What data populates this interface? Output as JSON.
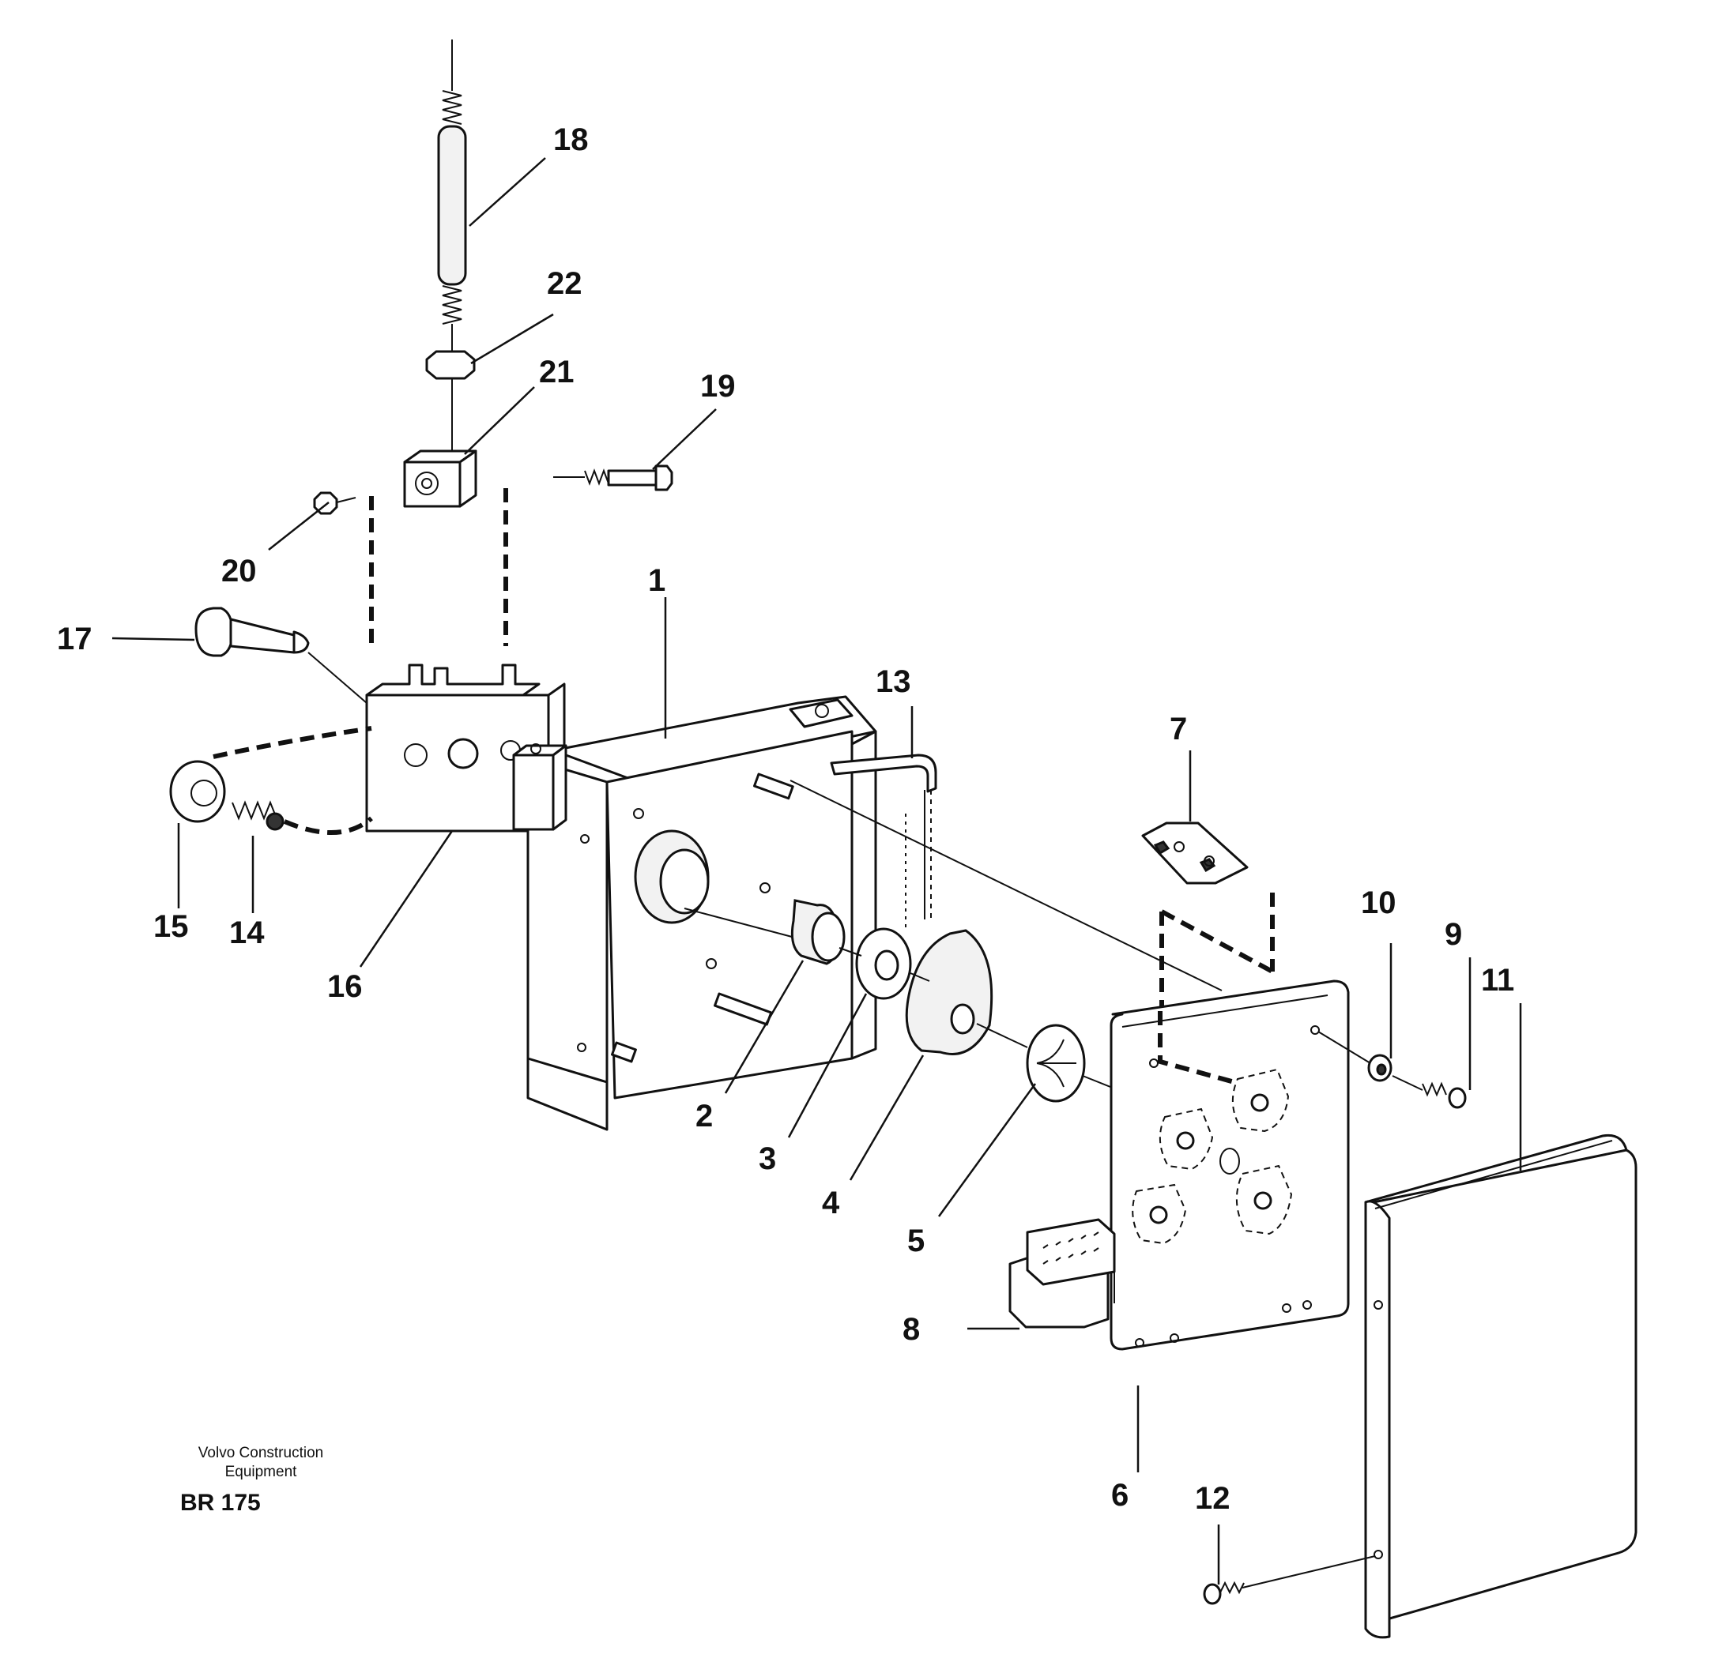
{
  "callouts": {
    "p1": "1",
    "p2": "2",
    "p3": "3",
    "p4": "4",
    "p5": "5",
    "p6": "6",
    "p7": "7",
    "p8": "8",
    "p9": "9",
    "p10": "10",
    "p11": "11",
    "p12": "12",
    "p13": "13",
    "p14": "14",
    "p15": "15",
    "p16": "16",
    "p17": "17",
    "p18": "18",
    "p19": "19",
    "p20": "20",
    "p21": "21",
    "p22": "22"
  },
  "caption": {
    "company_line1": "Volvo Construction",
    "company_line2": "Equipment",
    "code": "BR 175"
  }
}
